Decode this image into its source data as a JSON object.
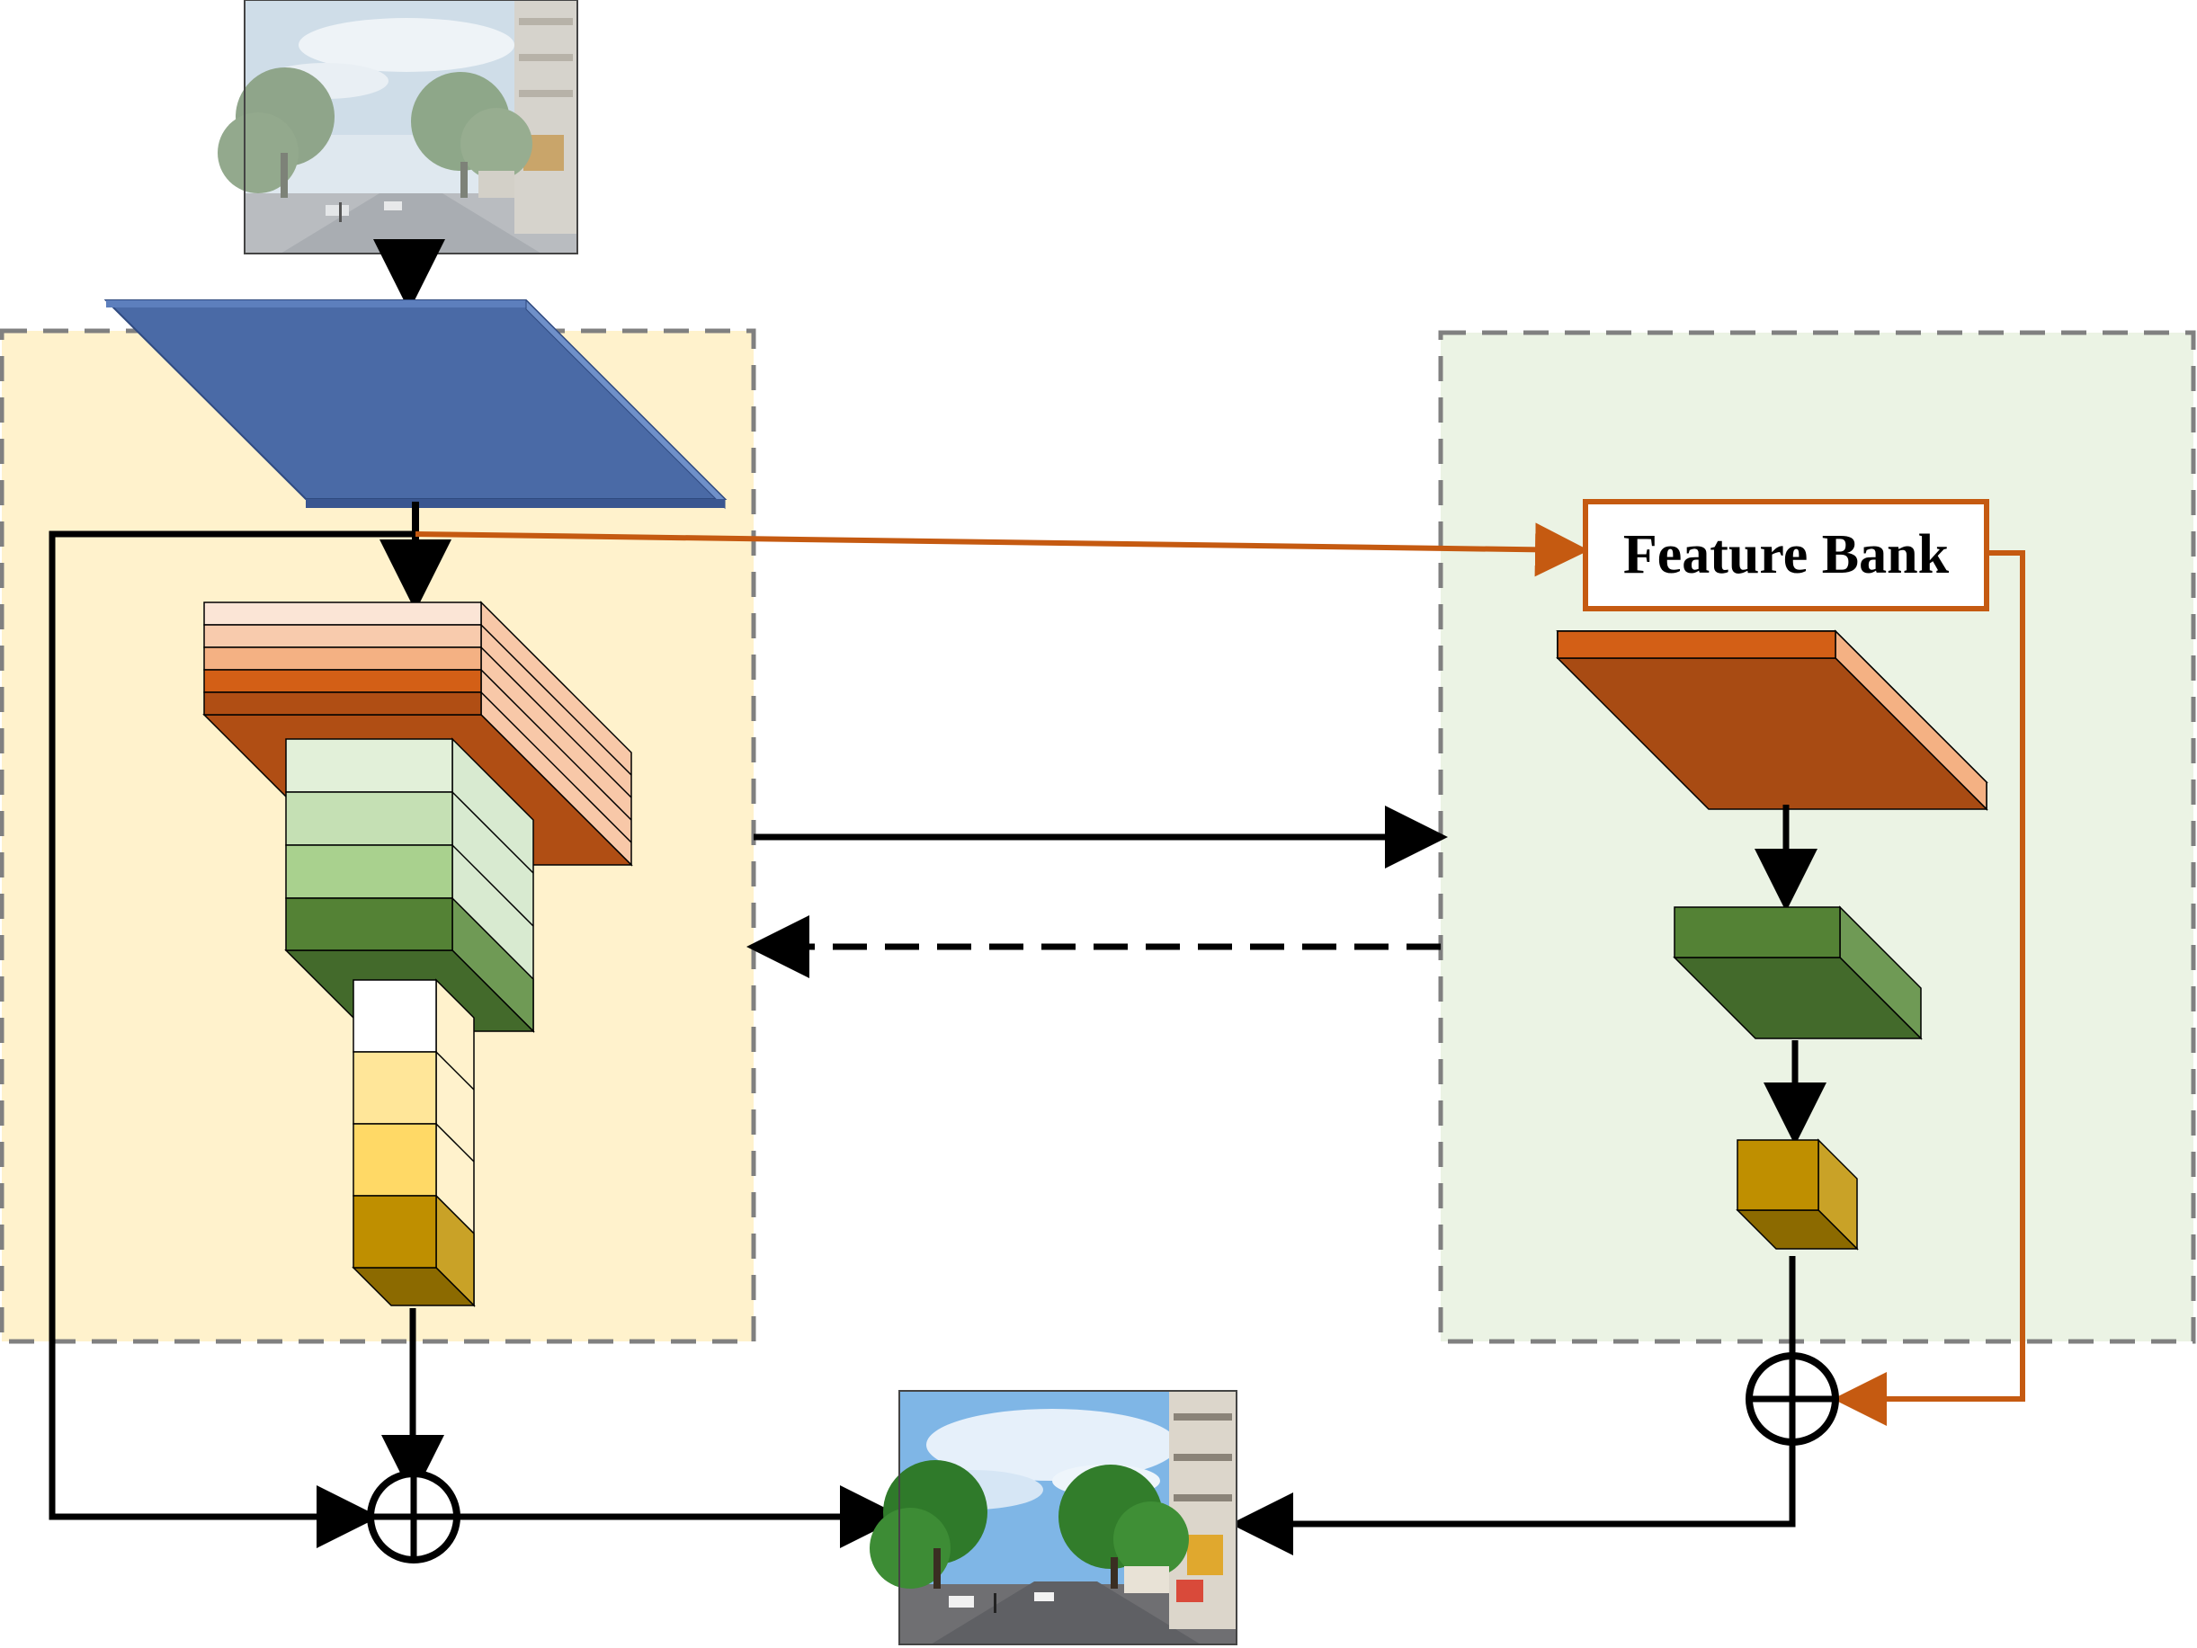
{
  "feature_bank": {
    "label": "Feature Bank"
  },
  "colors": {
    "left_panel_bg": "#FFF2CC",
    "right_panel_bg": "#EBF3E4",
    "panel_border": "#808080",
    "encoder_blue": "#4A6AA6",
    "orange_arrow": "#C55A11",
    "bank_border": "#C55A11",
    "cube_orange": "#B04E14",
    "cube_green": "#436A2B",
    "cube_gold": "#BF8F00"
  },
  "images": [
    {
      "name": "input-street-image",
      "tone": "hazy"
    },
    {
      "name": "output-street-image",
      "tone": "enhanced"
    }
  ]
}
